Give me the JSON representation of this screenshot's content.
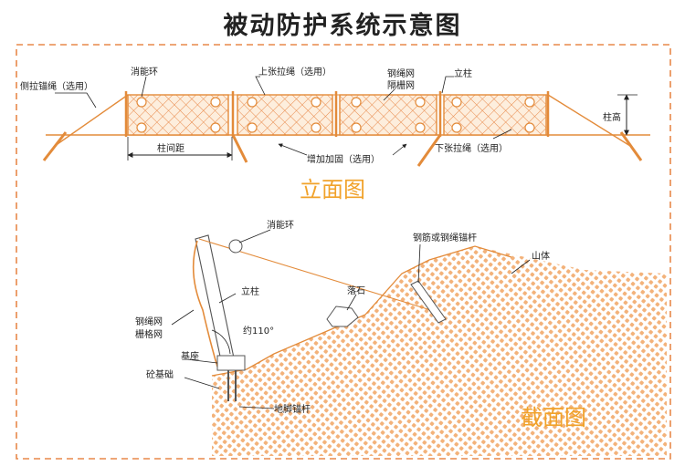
{
  "title": "被动防护系统示意图",
  "elevation": {
    "section_title": "立面图",
    "labels": {
      "side_anchor_rope": "侧拉锚绳（选用）",
      "energy_ring": "消能环",
      "upper_rope": "上张拉绳（选用）",
      "wire_rope_net": "钢绳网",
      "isolation_net": "隔栅网",
      "post": "立柱",
      "post_height": "柱高",
      "post_spacing": "柱间距",
      "reinforcement": "增加加固（选用）",
      "lower_rope": "下张拉绳（选用）"
    }
  },
  "section": {
    "section_title": "截面图",
    "labels": {
      "energy_ring": "消能环",
      "anchor_bar": "钢筋或钢绳锚杆",
      "mountain": "山体",
      "post": "立柱",
      "falling_rock": "落石",
      "wire_rope_net": "钢绳网",
      "grid_net": "栅格网",
      "angle": "约110°",
      "base": "基座",
      "concrete_foundation": "砼基础",
      "ground_anchor": "地脚锚杆"
    }
  },
  "colors": {
    "orange": "#f1a22a",
    "line": "#e38b3a",
    "border": "#e8894a",
    "text": "#222222"
  }
}
